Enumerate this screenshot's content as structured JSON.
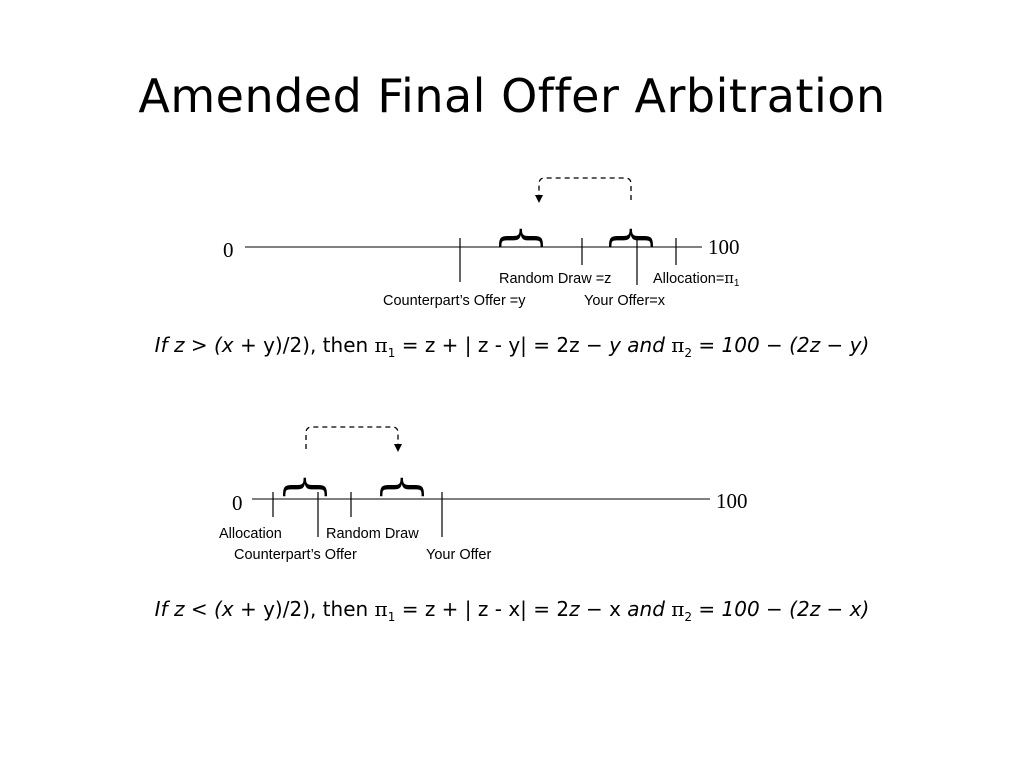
{
  "slide": {
    "title": "Amended Final Offer Arbitration"
  },
  "diagram1": {
    "start_label": "0",
    "end_label": "100",
    "brace_glyph": "}",
    "labels": {
      "random_draw": "Random Draw =z",
      "allocation": "Allocation=",
      "allocation_symbol": "π",
      "allocation_sub": "1",
      "counterpart_offer": "Counterpart’s Offer =y",
      "your_offer": "Your Offer=x"
    }
  },
  "formula1": {
    "cond_prefix": "If z > (",
    "cond_x": "x",
    "cond_mid": " + y)/2), then ",
    "pi": "π",
    "sub1": "1",
    "eq1": " = z + | z - y| = 2z − ",
    "y": "y",
    "and": " and ",
    "sub2": "2",
    "eq2": " = 100 − (2z − y)"
  },
  "diagram2": {
    "start_label": "0",
    "end_label": "100",
    "brace_glyph": "}",
    "labels": {
      "allocation": "Allocation",
      "random_draw": "Random Draw",
      "counterpart_offer": "Counterpart’s Offer",
      "your_offer": "Your Offer"
    }
  },
  "formula2": {
    "cond_prefix": "If z < (",
    "cond_x": "x",
    "cond_mid": " + y)/2), then ",
    "pi": "π",
    "sub1": "1",
    "eq1": " = z + | z - x| = 2",
    "z": "z",
    "eq1b": " − x ",
    "and": "and ",
    "sub2": "2",
    "eq2": " = 100 − (2z − x)"
  }
}
